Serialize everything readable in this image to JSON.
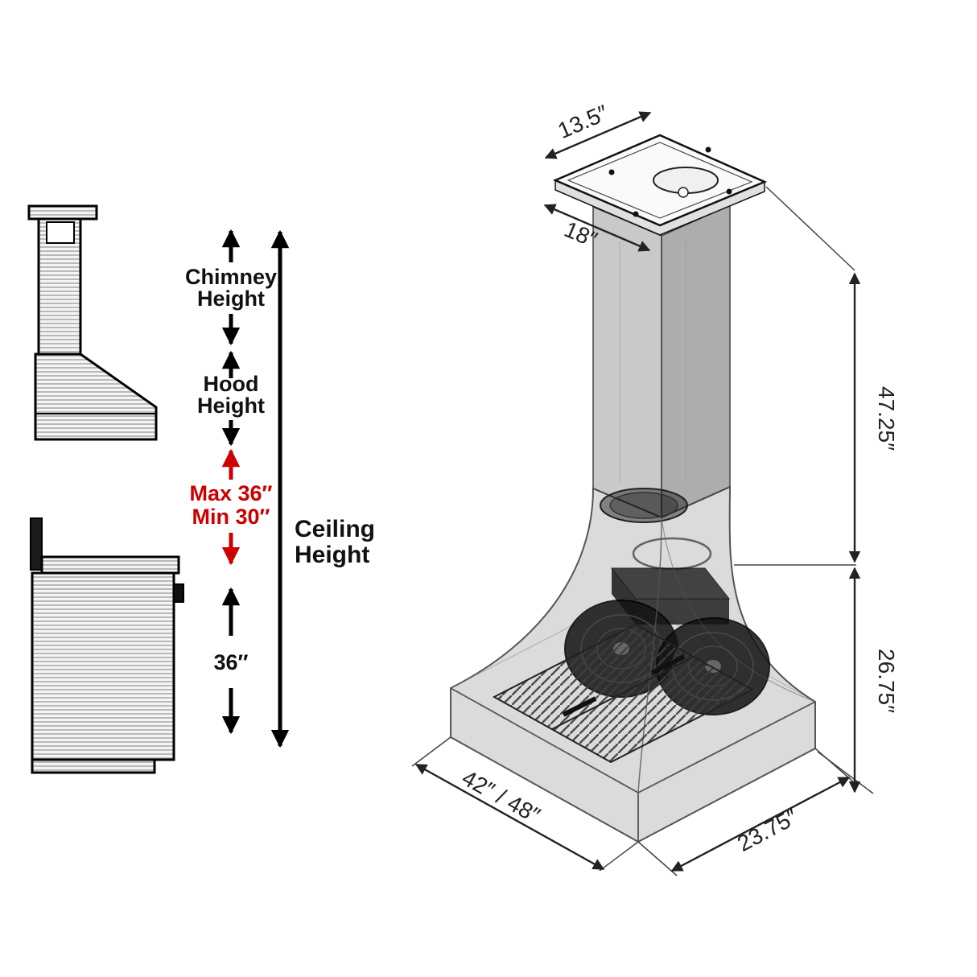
{
  "side_labels": {
    "chimney_l1": "Chimney",
    "chimney_l2": "Height",
    "hood_l1": "Hood",
    "hood_l2": "Height",
    "max": "Max 36″",
    "min": "Min 30″",
    "ceiling_l1": "Ceiling",
    "ceiling_l2": "Height",
    "range_to_hood": "36″"
  },
  "dimensions": {
    "chimney_top_width": "13.5″",
    "chimney_top_depth": "18″",
    "upper_height": "47.25″",
    "lower_height": "26.75″",
    "hood_width": "42″ / 48″",
    "hood_depth": "23.75″"
  },
  "colors": {
    "accent_red": "#cc0000",
    "line_black": "#000000"
  }
}
